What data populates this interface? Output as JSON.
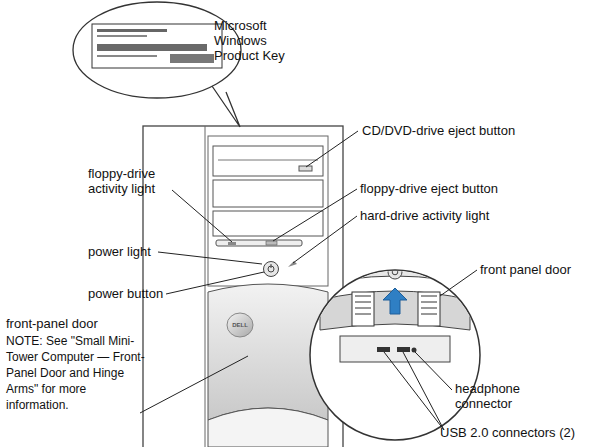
{
  "diagram": {
    "labels": [
      "Microsoft Windows Product Key",
      "CD/DVD-drive eject button",
      "floppy-drive activity light",
      "floppy-drive eject button",
      "hard-drive activity light",
      "power light",
      "power button",
      "front panel door",
      "DELL",
      "front-panel door",
      "NOTE: See \"Small Mini-Tower Computer — Front-Panel Door and Hinge Arms\" for more information.",
      "headphone connector",
      "USB 2.0 connectors (2)"
    ]
  }
}
